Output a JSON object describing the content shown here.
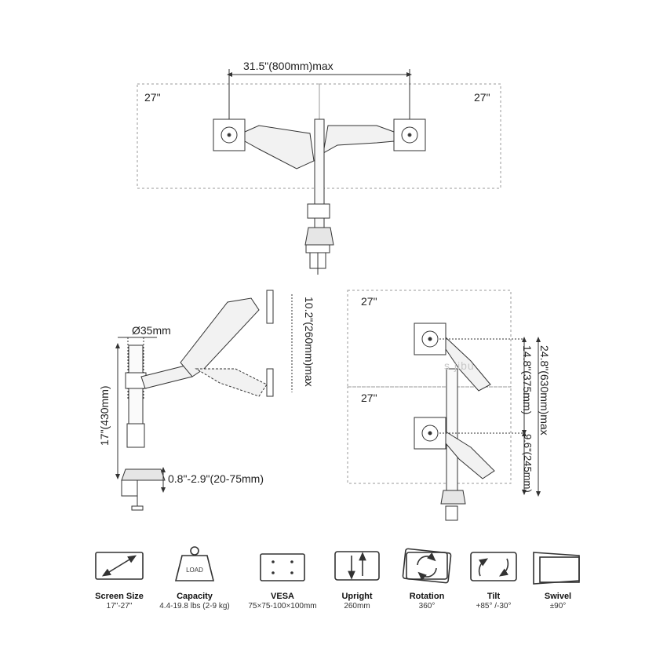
{
  "top_view": {
    "width_label": "31.5\"(800mm)max",
    "screen_left": "27\"",
    "screen_right": "27\""
  },
  "side_view": {
    "pole_diameter": "Ø35mm",
    "height_label": "17\"(430mm)",
    "reach_label": "10.2\"(260mm)max",
    "clamp_label": "0.8\"-2.9\"(20-75mm)"
  },
  "stacked_view": {
    "screen_top": "27\"",
    "screen_bottom": "27\"",
    "inner_label": "14.8\"(375mm)",
    "outer_label": "24.8\"(630mm)max",
    "lower_label": "9.6\"(245mm)",
    "watermark": "s jibu"
  },
  "specs": [
    {
      "title": "Screen Size",
      "value": "17\"-27\"",
      "icon": "diagonal-arrow-icon"
    },
    {
      "title": "Capacity",
      "value": "4.4-19.8 lbs (2-9 kg)",
      "icon": "load-weight-icon",
      "icon_text": "LOAD"
    },
    {
      "title": "VESA",
      "value": "75×75-100×100mm",
      "icon": "vesa-plate-icon"
    },
    {
      "title": "Upright",
      "value": "260mm",
      "icon": "up-down-arrows-icon"
    },
    {
      "title": "Rotation",
      "value": "360°",
      "icon": "rotation-icon"
    },
    {
      "title": "Tilt",
      "value": "+85° /-30°",
      "icon": "tilt-icon"
    },
    {
      "title": "Swivel",
      "value": "±90°",
      "icon": "swivel-icon"
    }
  ]
}
